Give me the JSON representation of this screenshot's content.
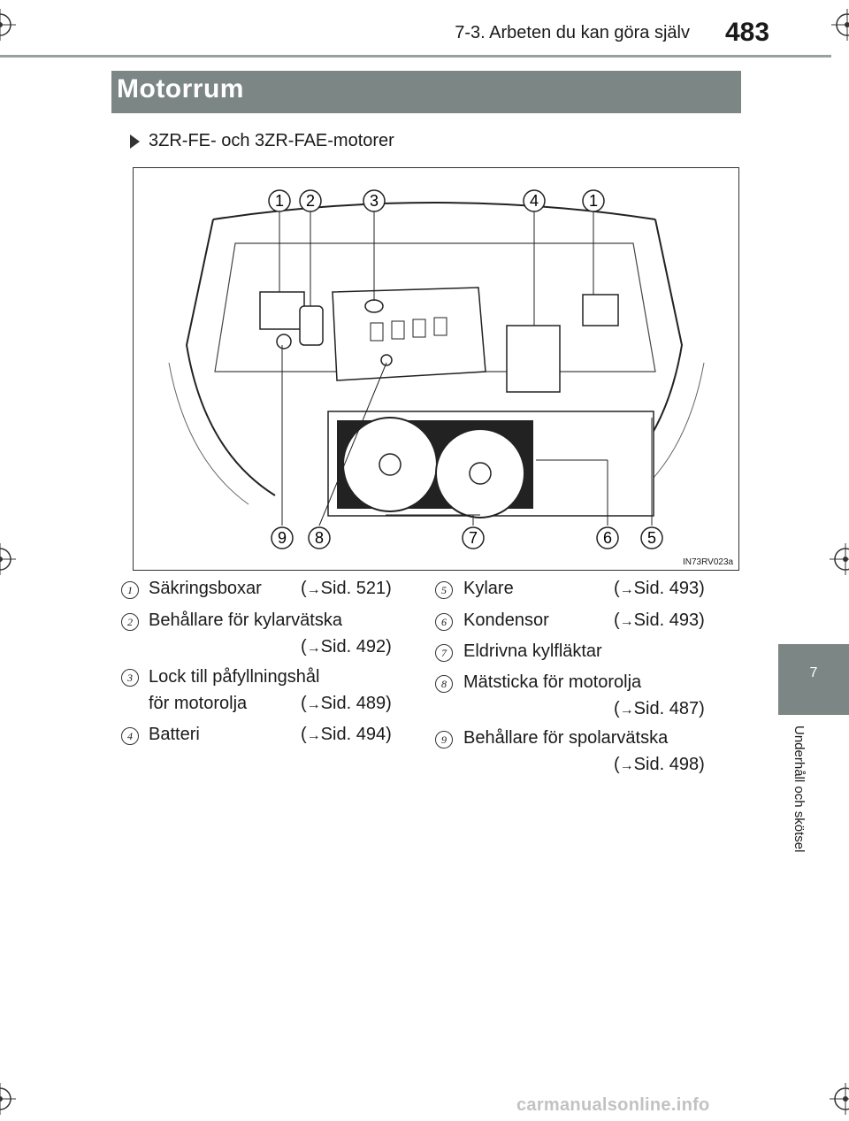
{
  "running_head": "7-3. Arbeten du kan göra själv",
  "page_number": "483",
  "section_title": "Motorrum",
  "sub_heading": "3ZR-FE- och 3ZR-FAE-motorer",
  "figure": {
    "code": "IN73RV023a",
    "callouts_top": [
      "1",
      "2",
      "3",
      "4",
      "1"
    ],
    "callouts_bottom": [
      "9",
      "8",
      "7",
      "6",
      "5"
    ]
  },
  "side_tab": {
    "chapter_number": "7",
    "chapter_title": "Underhåll och skötsel"
  },
  "items_left": [
    {
      "num": "1",
      "line1": "Säkringsboxar",
      "ref": "Sid. 521"
    },
    {
      "num": "2",
      "line1": "Behållare för kylarvätska",
      "ref": "Sid. 492"
    },
    {
      "num": "3",
      "line1": "Lock till påfyllningshål",
      "line2": "för motorolja",
      "ref": "Sid. 489"
    },
    {
      "num": "4",
      "line1": "Batteri",
      "ref": "Sid. 494"
    }
  ],
  "items_right": [
    {
      "num": "5",
      "line1": "Kylare",
      "ref": "Sid. 493"
    },
    {
      "num": "6",
      "line1": "Kondensor",
      "ref": "Sid. 493"
    },
    {
      "num": "7",
      "line1": "Eldrivna kylfläktar"
    },
    {
      "num": "8",
      "line1": "Mätsticka för motorolja",
      "ref": "Sid. 487"
    },
    {
      "num": "9",
      "line1": "Behållare för spolarvätska",
      "ref": "Sid. 498"
    }
  ],
  "ref_open": "(",
  "ref_arrow": "→",
  "ref_close": ")",
  "watermark": "carmanualsonline.info",
  "icons": [
    "registration-mark-icon",
    "triangle-bullet-icon"
  ],
  "colors": {
    "section_bar": "#7c8684",
    "header_rule": "#9aa19f",
    "text": "#1a1a1a"
  }
}
